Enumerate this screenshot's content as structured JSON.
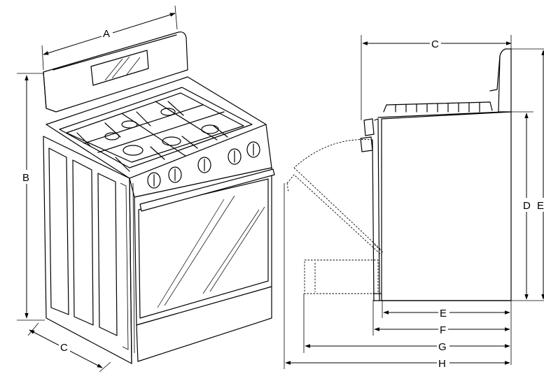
{
  "front_view": {
    "dimension_labels": {
      "a": "A",
      "b": "B",
      "c": "C"
    }
  },
  "side_view": {
    "dimension_labels": {
      "c": "C",
      "d": "D",
      "e_top": "E",
      "e": "E",
      "f": "F",
      "g": "G",
      "h": "H"
    }
  }
}
